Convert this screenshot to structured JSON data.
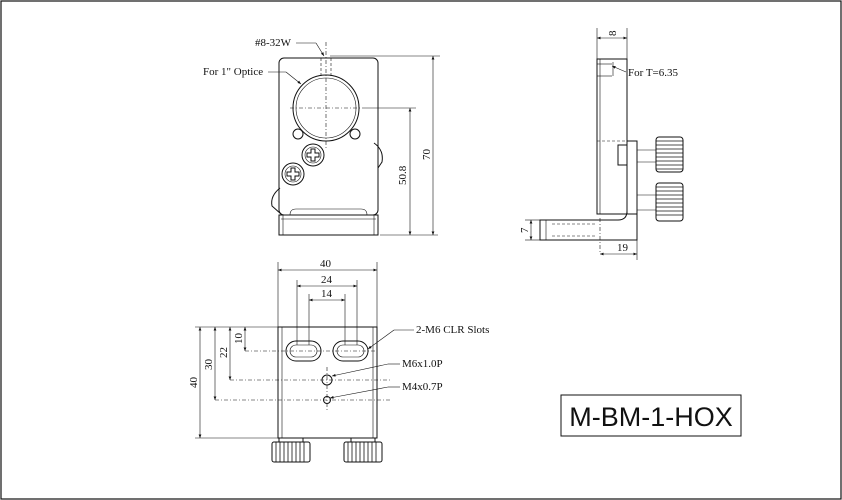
{
  "drawing": {
    "part_number": "M-BM-1-HOX",
    "front_view": {
      "callout_thread": "#8-32W",
      "callout_optic": "For 1\" Optice",
      "dim_50_8": "50.8",
      "dim_70": "70"
    },
    "side_view": {
      "dim_8": "8",
      "callout_thickness": "For T=6.35",
      "dim_7": "7",
      "dim_19": "19"
    },
    "bottom_view": {
      "dim_40_width": "40",
      "dim_24": "24",
      "dim_14": "14",
      "dim_10": "10",
      "dim_22": "22",
      "dim_30": "30",
      "dim_40_height": "40",
      "callout_slots": "2-M6 CLR Slots",
      "callout_m6": "M6x1.0P",
      "callout_m4": "M4x0.7P"
    }
  }
}
